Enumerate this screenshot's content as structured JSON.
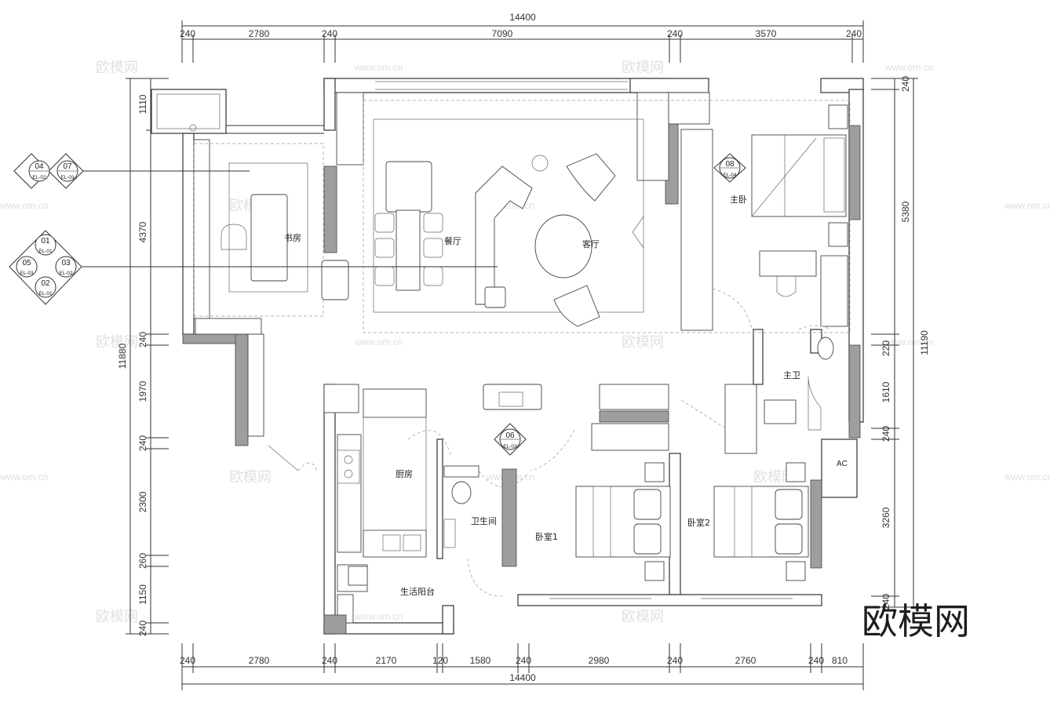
{
  "dimensions": {
    "top_total": "14400",
    "top": [
      "240",
      "2780",
      "240",
      "7090",
      "240",
      "3570",
      "240"
    ],
    "bottom": [
      "240",
      "2780",
      "240",
      "2170",
      "120",
      "1580",
      "240",
      "2980",
      "240",
      "2760",
      "240",
      "810"
    ],
    "bottom_total": "14400",
    "left_total": "11880",
    "left": [
      "1110",
      "4370",
      "240",
      "1970",
      "240",
      "2300",
      "260",
      "1150",
      "240"
    ],
    "right_total": "11190",
    "right": [
      "240",
      "5380",
      "220",
      "1610",
      "240",
      "3260",
      "240"
    ]
  },
  "rooms": {
    "study": "书房",
    "dining": "餐厅",
    "living": "客厅",
    "master_bedroom": "主卧",
    "master_bath": "主卫",
    "kitchen": "厨房",
    "bathroom": "卫生间",
    "bedroom1": "卧室1",
    "bedroom2": "卧室2",
    "utility_balcony": "生活阳台",
    "ac": "AC"
  },
  "elevation_tags": {
    "t04": {
      "num": "04",
      "ref": "EL-02"
    },
    "t07": {
      "num": "07",
      "ref": "EL-03"
    },
    "t01": {
      "num": "01",
      "ref": "EL-01"
    },
    "t05": {
      "num": "05",
      "ref": "EL-03"
    },
    "t03": {
      "num": "03",
      "ref": "EL-02"
    },
    "t02": {
      "num": "02",
      "ref": "EL-01"
    },
    "t08": {
      "num": "08",
      "ref": "EL-04"
    },
    "t06": {
      "num": "06",
      "ref": "EL-03"
    }
  },
  "watermark": {
    "text": "欧模网",
    "url": "www.om.cn",
    "brand": "欧模网"
  },
  "colors": {
    "line": "#333333",
    "wall_fill": "#9e9e9e",
    "watermark": "#c8c8c8"
  }
}
